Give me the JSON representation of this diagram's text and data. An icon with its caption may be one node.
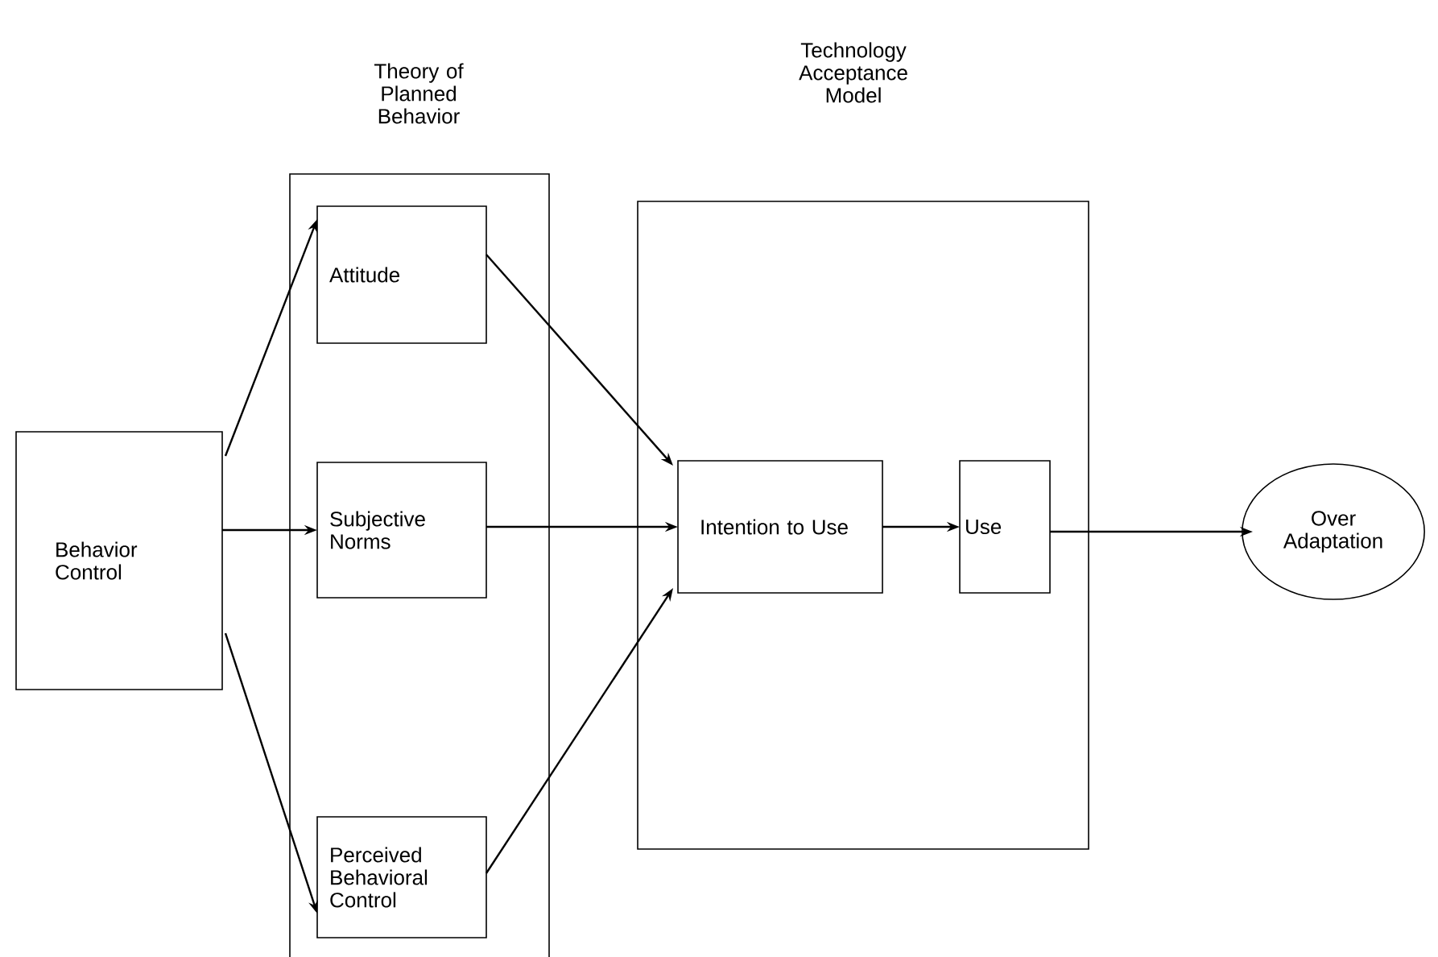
{
  "diagram": {
    "nodes": [
      {
        "text": [
          "Behavior Control"
        ]
      },
      {
        "text": [
          "Theory of Planned Behavior"
        ]
      },
      {
        "text": [
          "Attitude"
        ],
        "in": 1
      },
      {
        "text": [
          "Subjective Norms"
        ],
        "in": 1
      },
      {
        "text": [
          "Perceived Behavioral Control"
        ],
        "in": 1
      },
      {
        "text": [
          "Technology Acceptance Model"
        ]
      },
      {
        "text": [
          "Intention to Use"
        ],
        "in": 5
      },
      {
        "text": [
          "Use"
        ],
        "in": 5
      },
      {
        "text": [
          "Over Adaptation"
        ]
      }
    ],
    "edges": [
      {
        "from": 0,
        "to": 2,
        "arrow": "to"
      },
      {
        "from": 0,
        "to": 3,
        "arrow": "to"
      },
      {
        "from": 0,
        "to": 4,
        "arrow": "to"
      },
      {
        "from": 2,
        "to": 6,
        "arrow": "to"
      },
      {
        "from": 3,
        "to": 6,
        "arrow": "to"
      },
      {
        "from": 4,
        "to": 6,
        "arrow": "to"
      },
      {
        "from": 6,
        "to": 7,
        "arrow": "to"
      },
      {
        "from": 7,
        "to": 8,
        "arrow": "to"
      }
    ]
  }
}
